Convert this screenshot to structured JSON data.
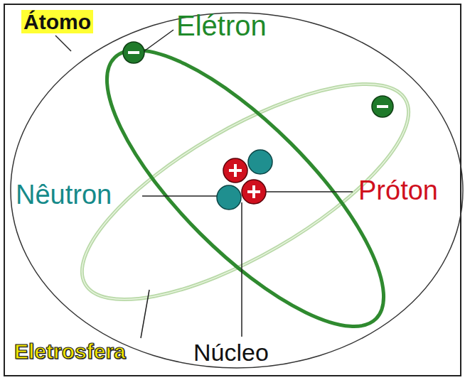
{
  "diagram": {
    "labels": [
      "Átomo",
      "Elétron",
      "Nêutron",
      "Próton",
      "Eletrosfera",
      "Núcleo"
    ]
  }
}
